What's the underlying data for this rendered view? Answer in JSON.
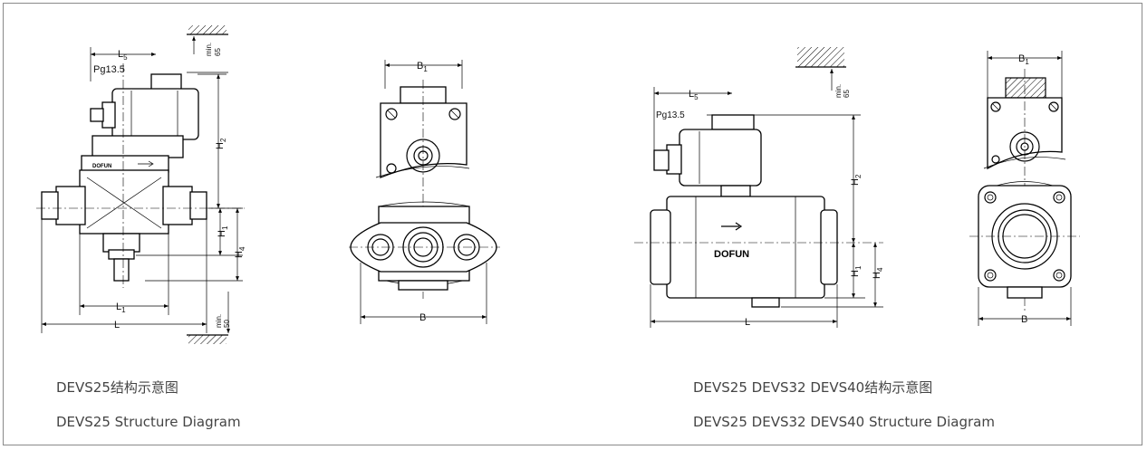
{
  "brand": "DOFUN",
  "left_diagram": {
    "dims": {
      "L5": "L",
      "L5_sub": "5",
      "pg": "Pg13.5",
      "min_top": "min.",
      "min_top_val": "65",
      "H2": "H",
      "H2_sub": "2",
      "H1": "H",
      "H1_sub": "1",
      "H4": "H",
      "H4_sub": "4",
      "L1": "L",
      "L1_sub": "1",
      "L": "L",
      "min_bot": "min.",
      "min_bot_val": "50"
    },
    "caption_cn": "DEVS25结构示意图",
    "caption_en": "DEVS25 Structure Diagram"
  },
  "left_side_view": {
    "B1": "B",
    "B1_sub": "1",
    "B": "B"
  },
  "right_diagram": {
    "dims": {
      "L5": "L",
      "L5_sub": "5",
      "pg": "Pg13.5",
      "min_top": "min.",
      "min_top_val": "65",
      "H2": "H",
      "H2_sub": "2",
      "H1": "H",
      "H1_sub": "1",
      "H4": "H",
      "H4_sub": "4",
      "L": "L"
    },
    "caption_cn": "DEVS25 DEVS32 DEVS40结构示意图",
    "caption_en": "DEVS25 DEVS32 DEVS40 Structure Diagram"
  },
  "right_side_view": {
    "B1": "B",
    "B1_sub": "1",
    "B": "B"
  }
}
